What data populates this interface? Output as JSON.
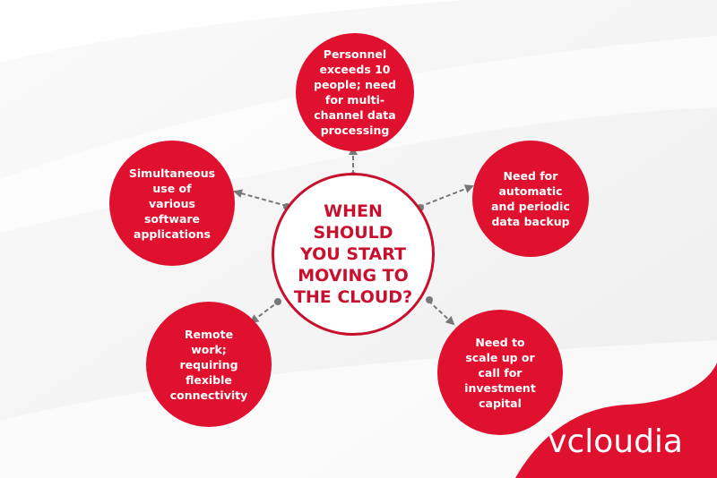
{
  "center": {
    "title": "WHEN SHOULD YOU START MOVING TO THE CLOUD?"
  },
  "nodes": [
    {
      "position": "top",
      "text": "Personnel exceeds 10 people; need for multi-channel data processing"
    },
    {
      "position": "left",
      "text": "Simultaneous use of various software applications"
    },
    {
      "position": "right",
      "text": "Need for automatic and periodic data backup"
    },
    {
      "position": "bottom-left",
      "text": "Remote work; requiring flexible connectivity"
    },
    {
      "position": "bottom-right",
      "text": "Need to scale up or call for investment capital"
    }
  ],
  "brand": {
    "logo_text": "vcloudia"
  },
  "colors": {
    "accent_red": "#e0102f",
    "center_border": "#c8102e",
    "connector_gray": "#777777",
    "background": "#f4f4f4"
  }
}
